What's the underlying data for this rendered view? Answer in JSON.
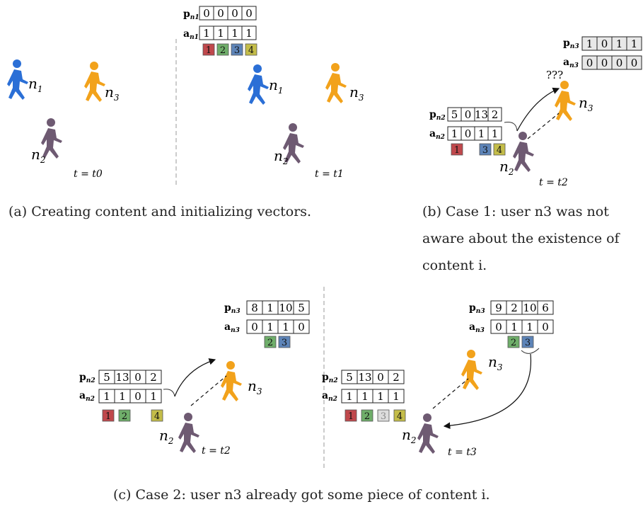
{
  "colors": {
    "person_blue": "#2b6fd6",
    "person_orange": "#f2a21b",
    "person_purple": "#6e5a72",
    "chip_red": "#c0484c",
    "chip_green": "#6fae6a",
    "chip_blue": "#5d84b8",
    "chip_yellow": "#c4bd49",
    "chip_gray": "#dddddd"
  },
  "icons": [
    "person-walking-icon"
  ],
  "labels": {
    "n1": "n",
    "n1_sub": "1",
    "n2": "n",
    "n2_sub": "2",
    "n3": "n",
    "n3_sub": "3",
    "p": "p",
    "a": "a",
    "question": "???"
  },
  "times": {
    "t0": "t = t0",
    "t1": "t = t1",
    "t2": "t = t2",
    "t3": "t = t3"
  },
  "panels": {
    "a_right": {
      "p_n1": [
        "0",
        "0",
        "0",
        "0"
      ],
      "a_n1": [
        "1",
        "1",
        "1",
        "1"
      ],
      "chips": [
        "1",
        "2",
        "3",
        "4"
      ]
    },
    "b": {
      "p_n3": [
        "1",
        "0",
        "1",
        "1"
      ],
      "a_n3": [
        "0",
        "0",
        "0",
        "0"
      ],
      "p_n2": [
        "5",
        "0",
        "13",
        "2"
      ],
      "a_n2": [
        "1",
        "0",
        "1",
        "1"
      ],
      "chips": [
        "1",
        "3",
        "4"
      ]
    },
    "c_left": {
      "p_n3": [
        "8",
        "1",
        "10",
        "5"
      ],
      "a_n3": [
        "0",
        "1",
        "1",
        "0"
      ],
      "n3_chips": [
        "2",
        "3"
      ],
      "p_n2": [
        "5",
        "13",
        "0",
        "2"
      ],
      "a_n2": [
        "1",
        "1",
        "0",
        "1"
      ],
      "n2_chips": [
        "1",
        "2",
        "4"
      ]
    },
    "c_right": {
      "p_n3": [
        "9",
        "2",
        "10",
        "6"
      ],
      "a_n3": [
        "0",
        "1",
        "1",
        "0"
      ],
      "n3_chips": [
        "2",
        "3"
      ],
      "p_n2": [
        "5",
        "13",
        "0",
        "2"
      ],
      "a_n2": [
        "1",
        "1",
        "1",
        "1"
      ],
      "n2_chips": [
        "1",
        "2",
        "3",
        "4"
      ]
    }
  },
  "captions": {
    "a": "(a) Creating content and initializing vectors.",
    "b_line1": "(b)  Case 1:  user n3 was not",
    "b_line2": "aware about the existence of",
    "b_line3": "content i.",
    "c": "(c)  Case 2: user n3 already got some piece of content i."
  }
}
